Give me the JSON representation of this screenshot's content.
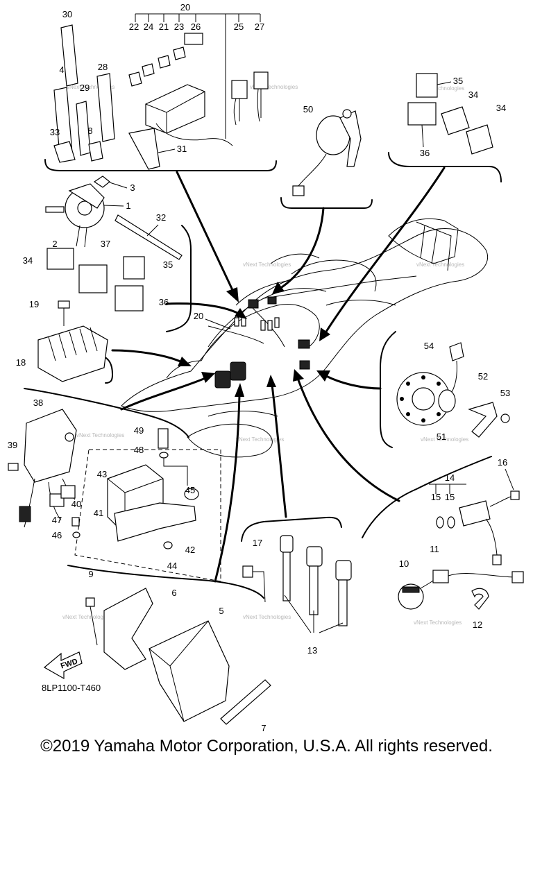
{
  "diagram": {
    "diagram_code": "8LP1100-T460",
    "fwd_label": "FWD",
    "watermark": "vNext Technologies",
    "callouts": {
      "n1": "1",
      "n2": "2",
      "n3": "3",
      "n4": "4",
      "n5": "5",
      "n6": "6",
      "n7": "7",
      "n8": "8",
      "n9": "9",
      "n10": "10",
      "n11": "11",
      "n12": "12",
      "n13": "13",
      "n14": "14",
      "n15a": "15",
      "n15b": "15",
      "n16": "16",
      "n17": "17",
      "n18": "18",
      "n19": "19",
      "n20a": "20",
      "n20b": "20",
      "n21": "21",
      "n22": "22",
      "n23": "23",
      "n24": "24",
      "n25": "25",
      "n26": "26",
      "n27": "27",
      "n28": "28",
      "n29": "29",
      "n30": "30",
      "n31": "31",
      "n32": "32",
      "n33": "33",
      "n34a": "34",
      "n34b": "34",
      "n34c": "34",
      "n35a": "35",
      "n35b": "35",
      "n36a": "36",
      "n36b": "36",
      "n37": "37",
      "n38": "38",
      "n39": "39",
      "n40": "40",
      "n41": "41",
      "n42": "42",
      "n43": "43",
      "n44": "44",
      "n45": "45",
      "n46": "46",
      "n47": "47",
      "n48": "48",
      "n49": "49",
      "n50": "50",
      "n51": "51",
      "n52": "52",
      "n53": "53",
      "n54": "54"
    }
  },
  "copyright": "©2019 Yamaha Motor Corporation, U.S.A. All rights reserved."
}
